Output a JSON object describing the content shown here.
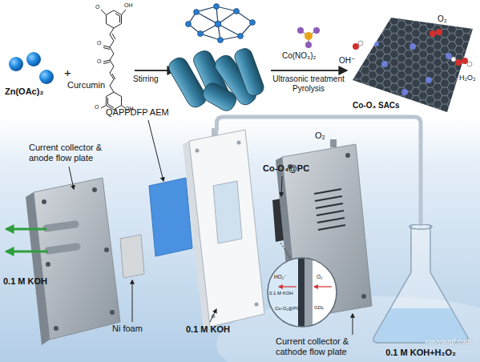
{
  "diagram": {
    "nodes": [
      {
        "text": [
          "0.1 M KOH"
        ]
      },
      {
        "text": [
          "Current collector & cathode flow plate"
        ]
      },
      {
        "text": [
          "HO₂⁻",
          "O₂",
          "0.1 M KOH",
          "Co-O₄@PC",
          "GDL"
        ]
      },
      {
        "text": [
          "0.1 M KOH+H₂O₂"
        ]
      }
    ],
    "edges": [
      {
        "from": 0,
        "to": 3,
        "arrow": "none"
      }
    ],
    "labels": [
      "Zn(OAc)₂",
      "+",
      "O",
      "OH",
      "O",
      "O",
      "Curcumin",
      "O",
      "OH",
      "Stirring",
      "Co(NO₃)₂",
      "Ultrasonic treatment Pyrolysis",
      "O₂",
      "OH⁻",
      "H₂O₂",
      "Co-O₄ SACs",
      "Current collector & anode flow plate",
      "QAPPDFP AEM",
      "Co-O₄@PC",
      "O₂",
      "0.1 M KOH",
      "Ni foam",
      "xiaoyaogf.com"
    ]
  }
}
